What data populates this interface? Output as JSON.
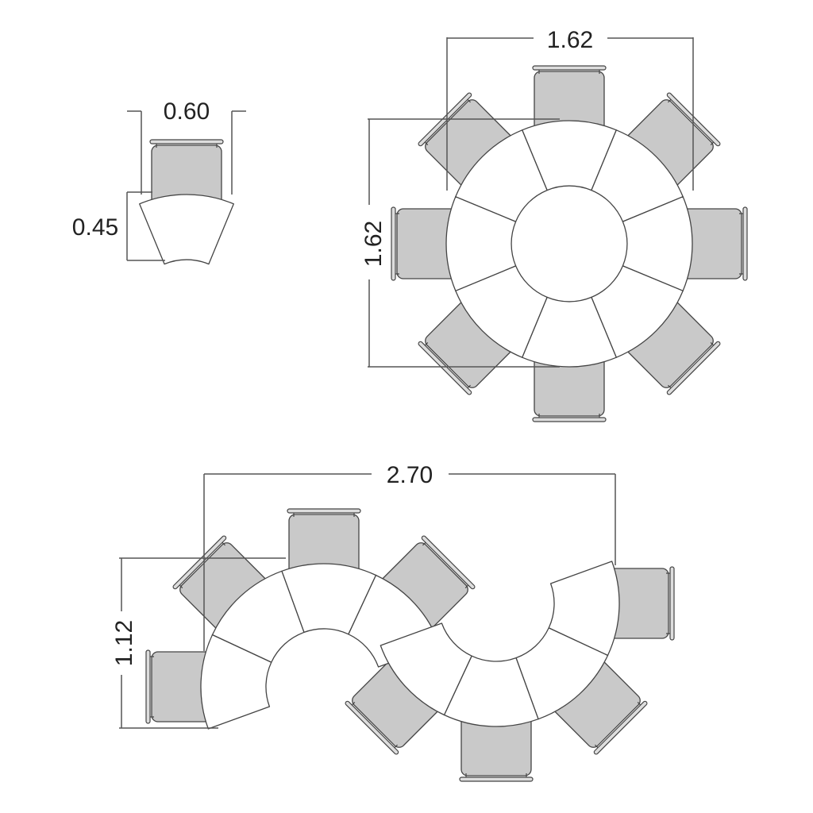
{
  "colors": {
    "chair_fill": "#c9c9c9",
    "outline": "#444444",
    "table_fill": "#ffffff"
  },
  "dimensions": {
    "single_width": "0.60",
    "single_depth": "0.45",
    "round_width": "1.62",
    "round_height": "1.62",
    "serpentine_width": "2.70",
    "serpentine_height": "1.12"
  }
}
